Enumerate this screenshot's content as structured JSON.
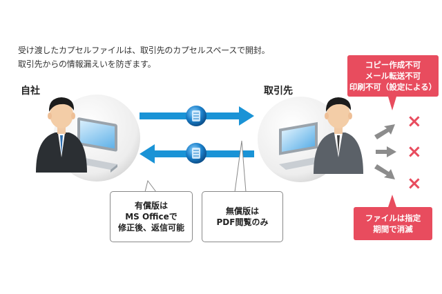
{
  "intro": {
    "line1": "受け渡したカプセルファイルは、取引先のカプセルスペースで開封。",
    "line2": "取引先からの情報漏えいを防ぎます。"
  },
  "left_party": {
    "label": "自社"
  },
  "right_party": {
    "label": "取引先"
  },
  "left_callout": {
    "line1": "有償版は",
    "line2": "MS Officeで",
    "line3": "修正後、返信可能"
  },
  "middle_callout": {
    "line1": "無償版は",
    "line2": "PDF閲覧のみ"
  },
  "restrictions_box": {
    "line1": "コピー作成不可",
    "line2": "メール転送不可",
    "line3": "印刷不可（設定による）"
  },
  "expiry_box": {
    "line1": "ファイルは指定",
    "line2": "期間で消滅"
  },
  "marks": {
    "x1": "×",
    "x2": "×",
    "x3": "×"
  },
  "colors": {
    "arrow": "#1a93d6",
    "accent_red": "#e84c5e",
    "gray_arrow": "#8c8c8c"
  },
  "icons": [
    "businessman-icon",
    "computer-icon",
    "capsule-file-icon",
    "gray-arrow-icon",
    "cross-icon"
  ]
}
